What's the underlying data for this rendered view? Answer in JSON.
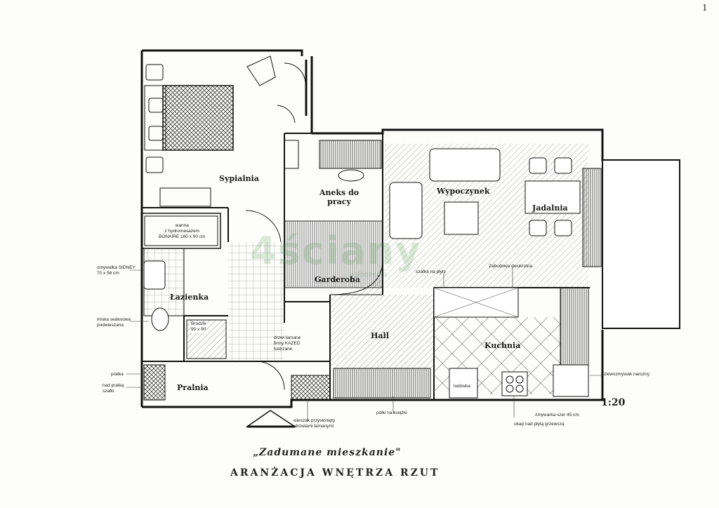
{
  "page_number": "1",
  "rooms": {
    "sypialnia": "Sypialnia",
    "aneks": "Aneks do pracy",
    "wypoczynek": "Wypoczynek",
    "jadalnia": "Jadalnia",
    "garderoba": "Garderoba",
    "lazienka": "Łazienka",
    "hall": "Hall",
    "kuchnia": "Kuchnia",
    "pralnia": "Pralnia"
  },
  "notes": {
    "wanna": "wanna\nz hydromasażem\nBONAIRE 180 x 90 cm",
    "umywalka": "umywalka SIDNEY\n70 x 56 cm",
    "miska": "miska sedesowa\npodwieszana",
    "brodzik": "Brodzik\n90 x 90",
    "drzwi": "drzwi łamane\nfirmy KAZED\nlustrzane",
    "pralka": "pralka",
    "szafki": "nad pralką\nszafki",
    "wieszak": "wieszak przysłonięty\ndrzwiami łamanymi",
    "polki": "półki na książki",
    "lodowka": "lodówka",
    "zmywarka": "zmywarka szer 45 cm",
    "okap": "okap nad płytą grzewczą",
    "zlewozmywak": "zlewozmywak narożny",
    "szafka_plyty": "szafka na płyty",
    "zabudowa": "Zabudowa dwukrotna"
  },
  "scale": "1:20",
  "title_line1": "„Zadumane mieszkanie\"",
  "title_line2": "ARANŻACJA WNĘTRZA RZUT",
  "watermark": "4ściany",
  "watermark_sub": "ogłoszenia"
}
